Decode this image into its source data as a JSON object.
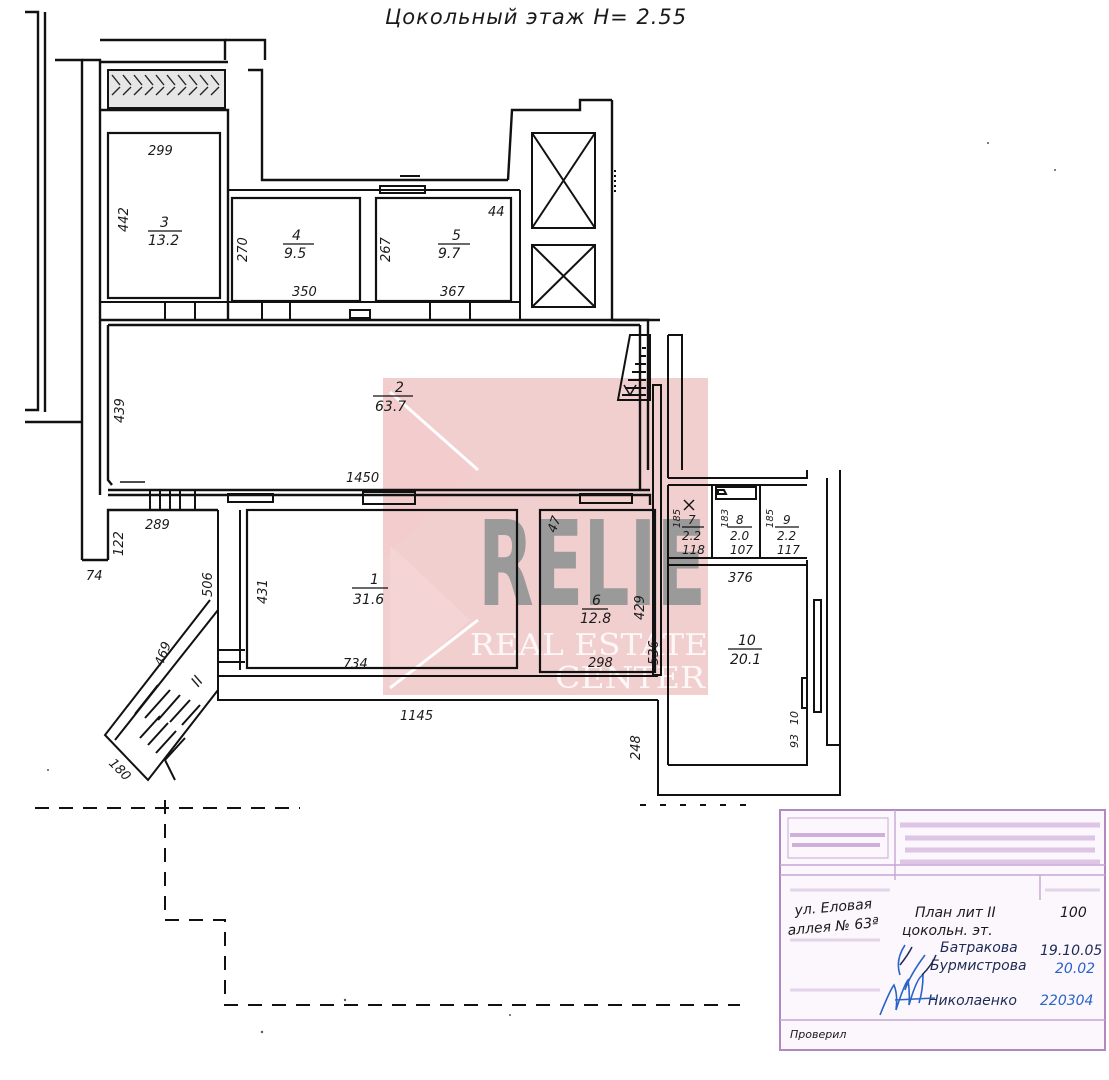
{
  "title": "Цокольный этаж H= 2.55",
  "rooms": [
    {
      "id": "r1",
      "number": "1",
      "area": "31.6"
    },
    {
      "id": "r2",
      "number": "2",
      "area": "63.7"
    },
    {
      "id": "r3",
      "number": "3",
      "area": "13.2"
    },
    {
      "id": "r4",
      "number": "4",
      "area": "9.5"
    },
    {
      "id": "r5",
      "number": "5",
      "area": "9.7"
    },
    {
      "id": "r6",
      "number": "6",
      "area": "12.8"
    },
    {
      "id": "r7",
      "number": "7",
      "area": "2.2"
    },
    {
      "id": "r8",
      "number": "8",
      "area": "2.0"
    },
    {
      "id": "r9",
      "number": "9",
      "area": "2.2"
    },
    {
      "id": "r10",
      "number": "10",
      "area": "20.1"
    }
  ],
  "dimensions": {
    "d299": "299",
    "d442": "442",
    "d270": "270",
    "d350": "350",
    "d267": "267",
    "d44": "44",
    "d367": "367",
    "d439": "439",
    "d1450": "1450",
    "d289": "289",
    "d122": "122",
    "d74": "74",
    "d506": "506",
    "d431": "431",
    "d734": "734",
    "d469": "469",
    "d180": "180",
    "d1145": "1145",
    "d47": "47",
    "d429": "429",
    "d298": "298",
    "d536": "536",
    "d248": "248",
    "d185": "185",
    "d118": "118",
    "d183": "183",
    "d107": "107",
    "d185b": "185",
    "d117": "117",
    "d376": "376",
    "d93": "93",
    "d10": "10"
  },
  "stair_label": "II",
  "watermark": {
    "brand": "RELIE",
    "line1": "REAL ESTATE",
    "line2": "CENTER",
    "color": "#e9a6a6"
  },
  "stamp": {
    "address_line1": "ул. Еловая",
    "address_line2": "аллея № 63ª",
    "plan_line1": "План лит II",
    "plan_line2": "цокольн. эт.",
    "scale": "100",
    "person1": "Батракова",
    "date1": "19.10.05",
    "person2": "Бурмистрова",
    "date2": "20.02",
    "person3": "Николаенко",
    "date3": "220304",
    "footer": "Проверил",
    "color": "#b088c2"
  }
}
